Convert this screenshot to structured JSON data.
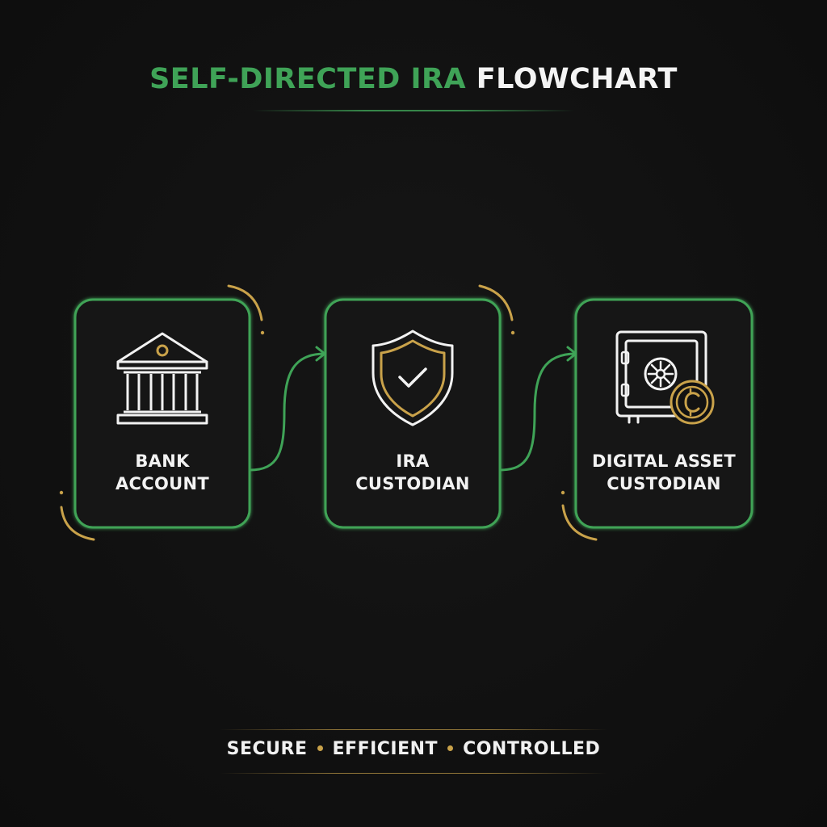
{
  "title": {
    "part_green": "SELF-DIRECTED IRA",
    "part_white": "FLOWCHART"
  },
  "nodes": [
    {
      "line1": "BANK",
      "line2": "ACCOUNT",
      "icon": "bank-icon"
    },
    {
      "line1": "IRA",
      "line2": "CUSTODIAN",
      "icon": "shield-check-icon"
    },
    {
      "line1": "DIGITAL ASSET",
      "line2": "CUSTODIAN",
      "icon": "safe-crypto-coin-icon"
    }
  ],
  "footer": {
    "items": [
      "SECURE",
      "EFFICIENT",
      "CONTROLLED"
    ]
  },
  "colors": {
    "accent_green": "#3fa357",
    "accent_gold": "#c9a24a",
    "background": "#111111",
    "text": "#f2f2f2"
  }
}
